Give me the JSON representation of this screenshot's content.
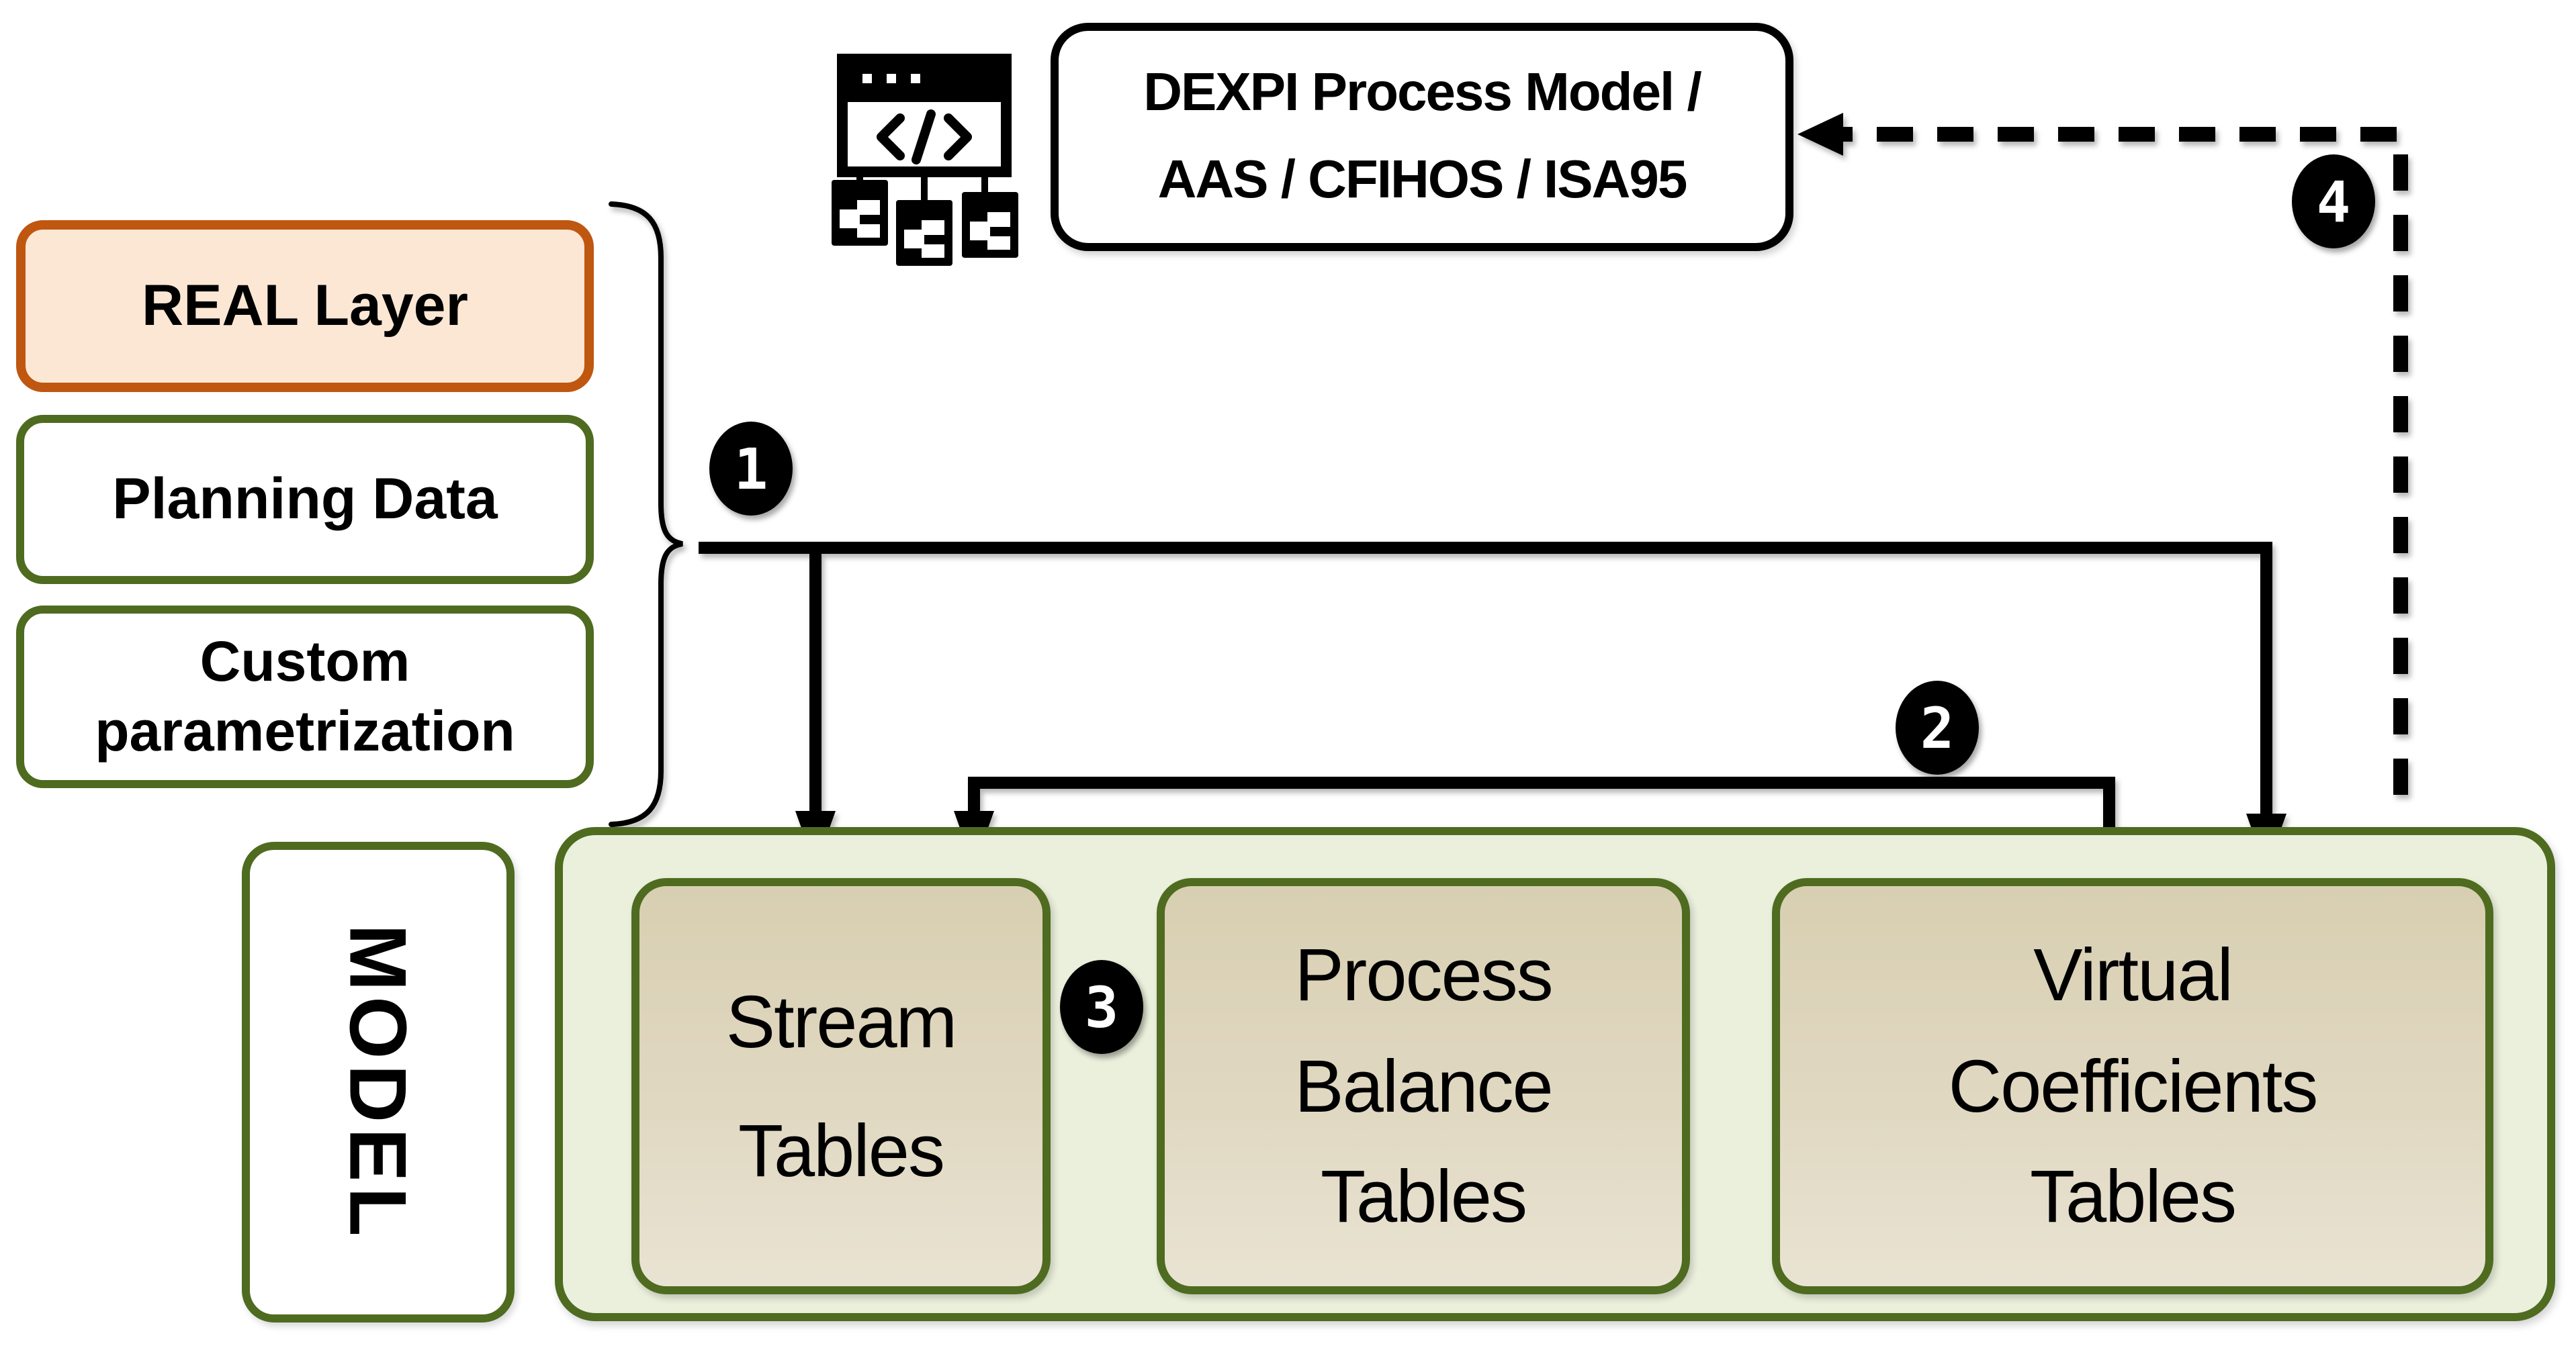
{
  "boxes": {
    "dexpi": {
      "line1": "DEXPI Process Model /",
      "line2": "AAS / CFIHOS / ISA95"
    },
    "real_layer": {
      "label": "REAL Layer"
    },
    "planning_data": {
      "label": "Planning Data"
    },
    "custom_parametrization": {
      "line1": "Custom",
      "line2": "parametrization"
    },
    "model": {
      "label": "MODEL"
    },
    "stream_tables": {
      "line1": "Stream",
      "line2": "Tables"
    },
    "process_balance_tables": {
      "line1": "Process",
      "line2": "Balance",
      "line3": "Tables"
    },
    "virtual_coefficients_tables": {
      "line1": "Virtual",
      "line2": "Coefficients",
      "line3": "Tables"
    }
  },
  "badges": {
    "step1": "1",
    "step2": "2",
    "step3": "3",
    "step4": "4"
  },
  "icon": {
    "code_glyph": "</>"
  },
  "colors": {
    "dark_green_border": "#4e6b20",
    "container_fill": "#eaf0dc",
    "tan_fill": "#ddd4bb",
    "real_layer_fill": "#fce7d5",
    "real_layer_border": "#bf5711",
    "connector": "#000000",
    "badge_fill": "#000000",
    "badge_text": "#ffffff"
  }
}
